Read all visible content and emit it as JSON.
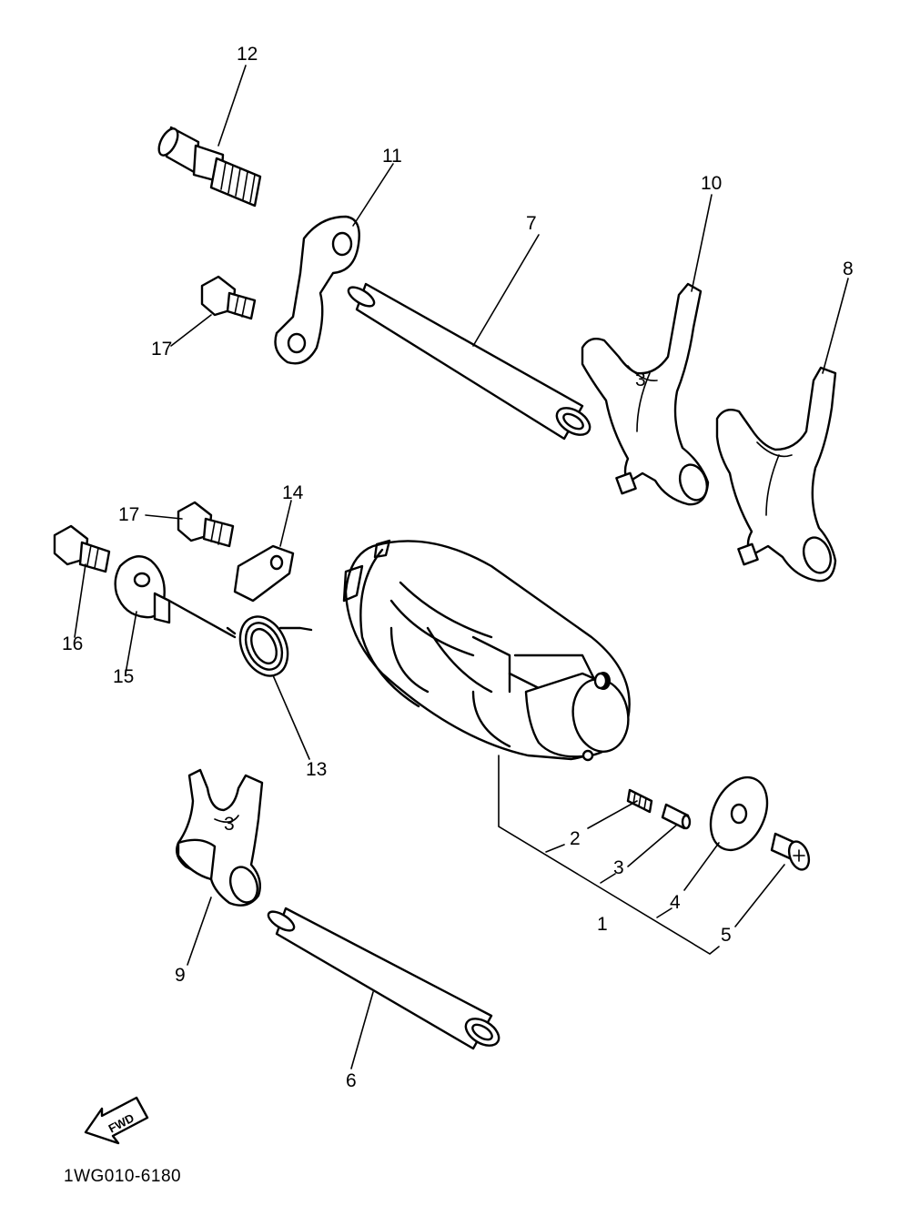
{
  "diagram": {
    "drawing_number": "1WG010-6180",
    "direction_arrow_label": "FWD",
    "callouts": [
      {
        "id": "c1",
        "label": "1"
      },
      {
        "id": "c2",
        "label": "2"
      },
      {
        "id": "c3",
        "label": "3"
      },
      {
        "id": "c4",
        "label": "4"
      },
      {
        "id": "c5",
        "label": "5"
      },
      {
        "id": "c6",
        "label": "6"
      },
      {
        "id": "c7",
        "label": "7"
      },
      {
        "id": "c8",
        "label": "8"
      },
      {
        "id": "c9",
        "label": "9"
      },
      {
        "id": "c10",
        "label": "10"
      },
      {
        "id": "c11",
        "label": "11"
      },
      {
        "id": "c12",
        "label": "12"
      },
      {
        "id": "c13",
        "label": "13"
      },
      {
        "id": "c14",
        "label": "14"
      },
      {
        "id": "c15",
        "label": "15"
      },
      {
        "id": "c16",
        "label": "16"
      },
      {
        "id": "c17a",
        "label": "17"
      },
      {
        "id": "c17b",
        "label": "17"
      }
    ],
    "fork_marks": [
      "3",
      "3"
    ]
  }
}
